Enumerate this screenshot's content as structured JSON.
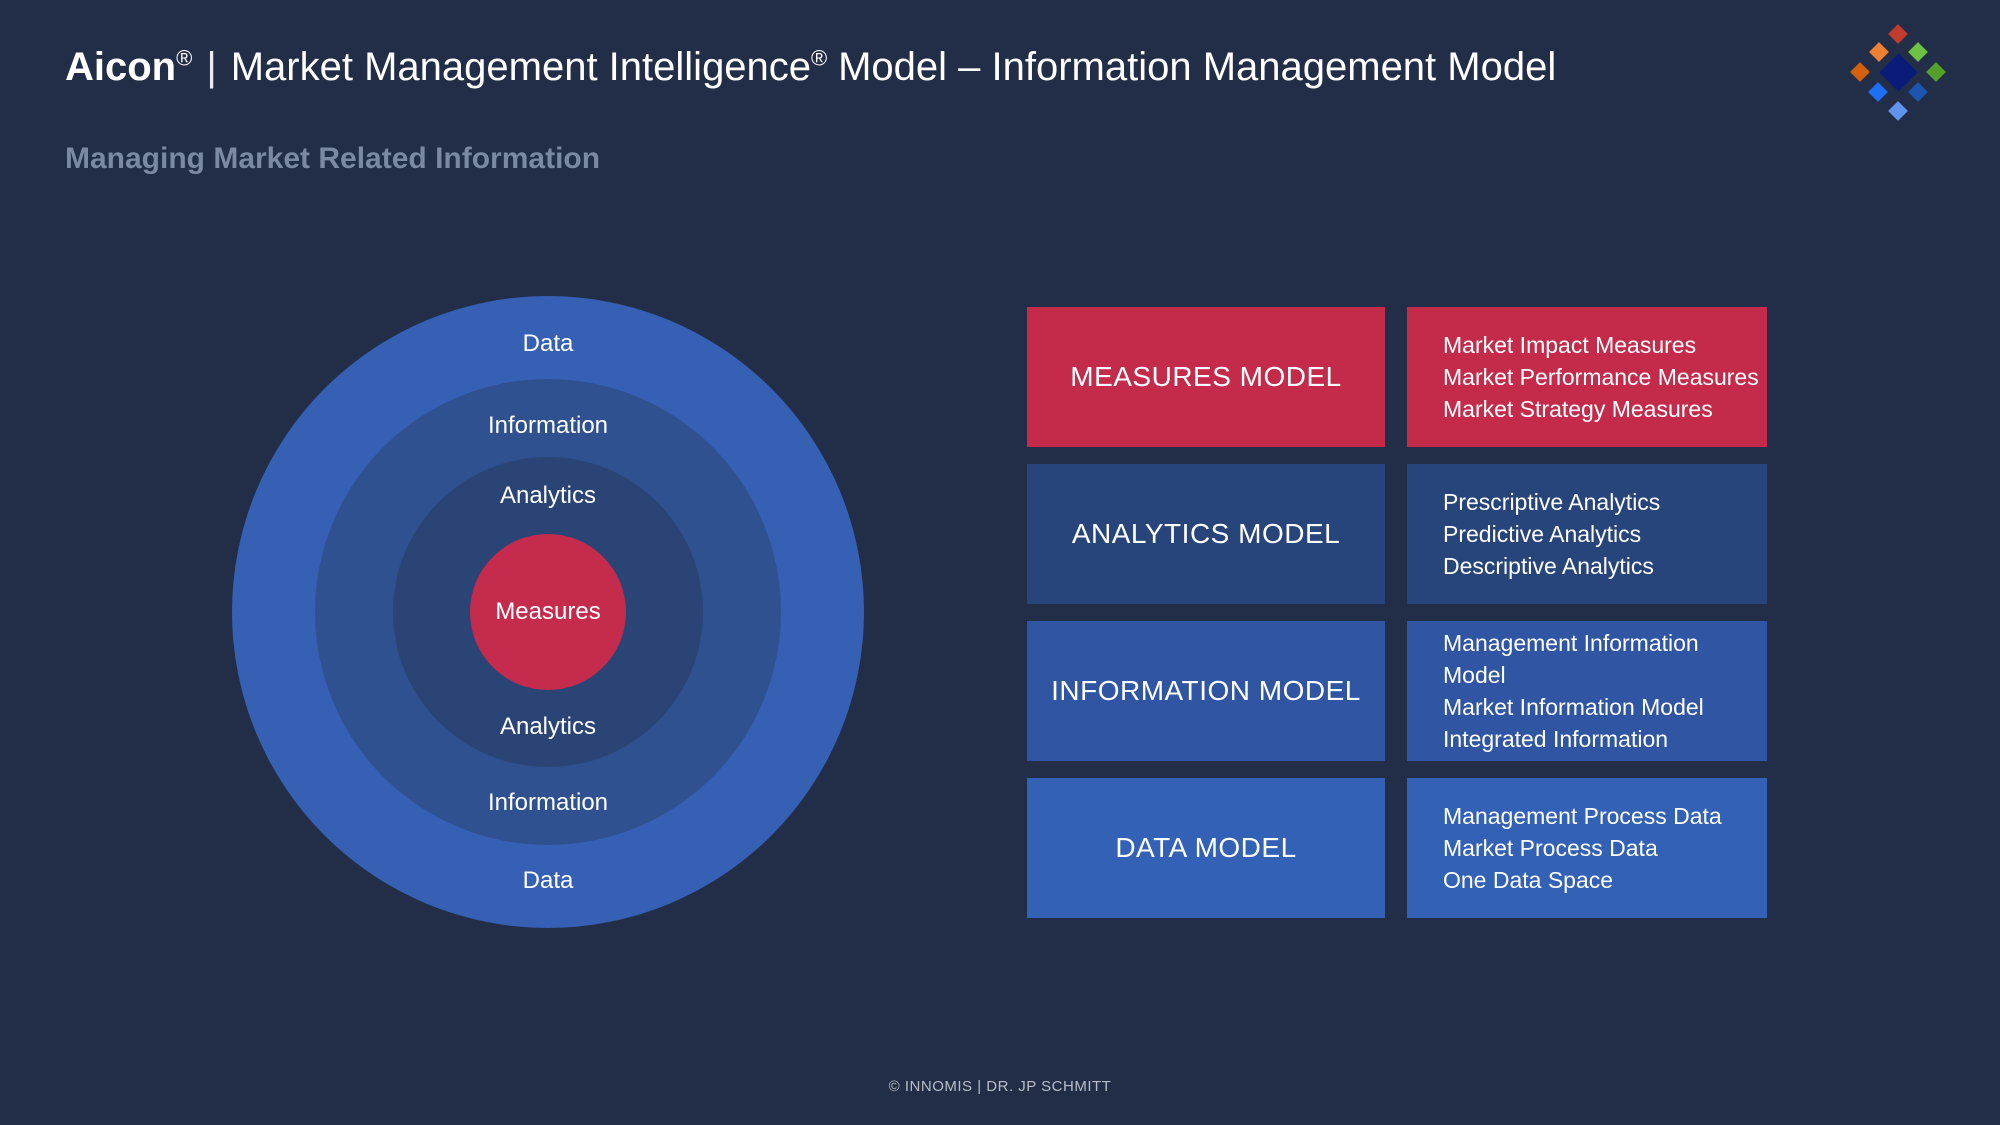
{
  "header": {
    "brand": "Aicon",
    "brand_reg": "®",
    "separator": "|",
    "title_main": "Market Management Intelligence",
    "title_reg": "®",
    "title_rest": "Model – Information Management Model",
    "subtitle": "Managing Market Related Information"
  },
  "colors": {
    "background": "#222d47",
    "accent_crimson": "#c52b4c",
    "ring_outer_blue": "#3560b4",
    "ring_mid_blue": "#2f518f",
    "ring_inner_navy": "#2a4475",
    "box_navy": "#27457a",
    "box_blue": "#2f55a3",
    "box_bright_blue": "#3261b5",
    "subtitle_gray": "#7b89a3"
  },
  "diagram": {
    "rings": [
      {
        "label": "Data",
        "color": "#3560b4"
      },
      {
        "label": "Information",
        "color": "#2f518f"
      },
      {
        "label": "Analytics",
        "color": "#2a4475"
      },
      {
        "label": "Measures",
        "color": "#c52b4c"
      }
    ]
  },
  "models": [
    {
      "name": "MEASURES MODEL",
      "color": "#c42b4b",
      "items": [
        "Market Impact Measures",
        "Market Performance Measures",
        "Market Strategy Measures"
      ]
    },
    {
      "name": "ANALYTICS MODEL",
      "color": "#27457a",
      "items": [
        "Prescriptive Analytics",
        "Predictive Analytics",
        "Descriptive Analytics"
      ]
    },
    {
      "name": "INFORMATION MODEL",
      "color": "#2f55a3",
      "items": [
        "Management Information Model",
        "Market Information Model",
        "Integrated Information"
      ]
    },
    {
      "name": "DATA MODEL",
      "color": "#3261b5",
      "items": [
        "Management Process Data",
        "Market Process Data",
        "One Data Space"
      ]
    }
  ],
  "logo": {
    "icon": "diamond-mosaic-logo-icon",
    "colors": {
      "top": "#c13b2e",
      "top_left": "#ef8033",
      "top_right": "#6ec143",
      "left": "#d2600d",
      "right": "#55a02c",
      "center": "#0a1c77",
      "bottom_left": "#1e6ff2",
      "bottom_right": "#1c54af",
      "bottom": "#5f93ed"
    }
  },
  "footer": {
    "credit": "© INNOMIS | DR. JP SCHMITT"
  }
}
